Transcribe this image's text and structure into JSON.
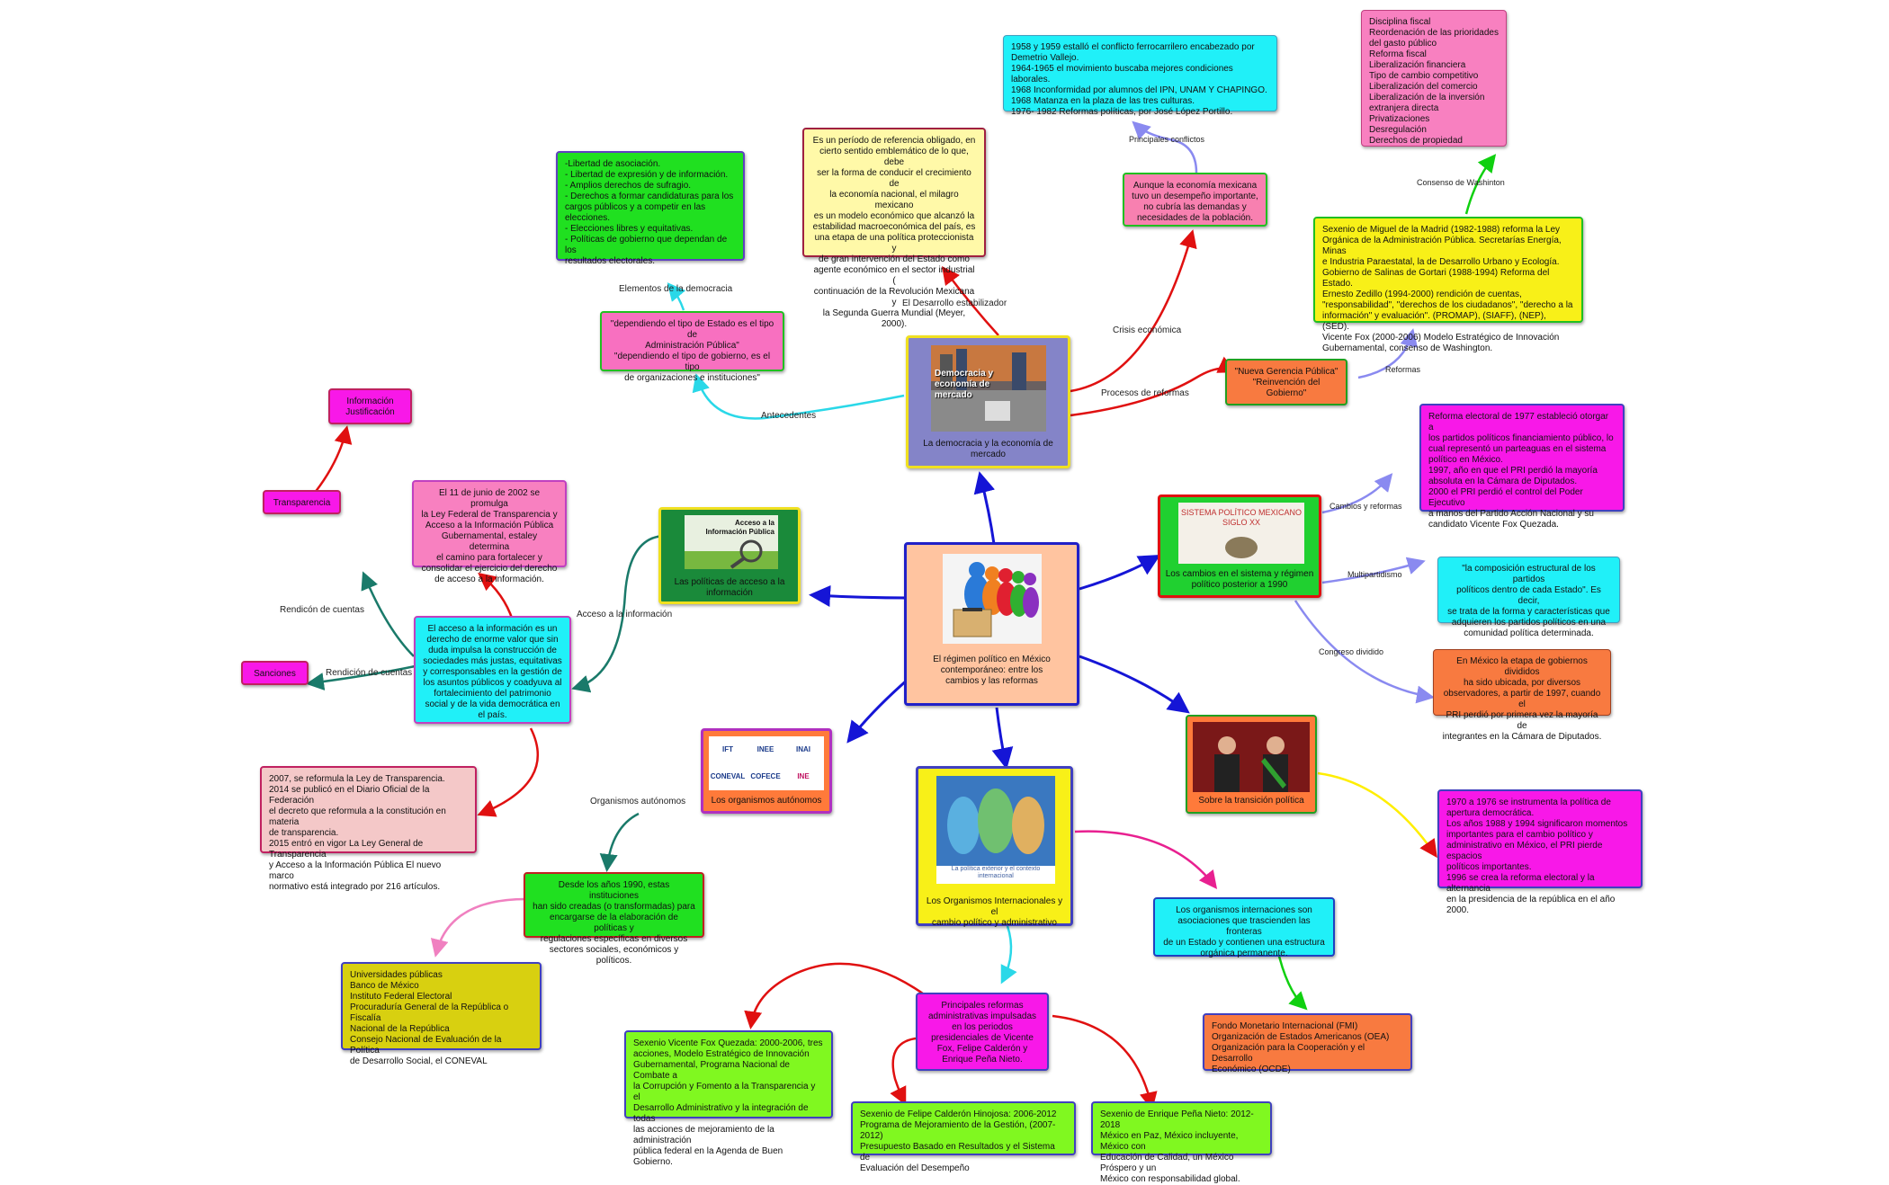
{
  "central": {
    "text": "El régimen político en México\ncontemporáneo: entre los\ncambios y las reformas"
  },
  "nodes": {
    "democracia": {
      "text": "La democracia y la economía de\nmercado",
      "image_text": "Democracia y\neconomía de\nmercado"
    },
    "acceso": {
      "text": "Las políticas de acceso a la\ninformación",
      "image_text": "Acceso a la\nInformación Pública"
    },
    "autonomos": {
      "text": "Los organismos autónomos",
      "logos": [
        "IFT",
        "INEE",
        "INAI",
        "CONEVAL",
        "COFECE",
        "INE"
      ]
    },
    "internacionales": {
      "text": "Los Organismos Internacionales y el\ncambio político y administrativo",
      "image_text": "La política exterior y el contexto\ninternacional"
    },
    "sistema": {
      "text": "Los cambios en el sistema y régimen\npolítico posterior a 1990",
      "image_text": "SISTEMA POLÍTICO MEXICANO\nSIGLO XX"
    },
    "transicion": {
      "text": "Sobre la transición política"
    },
    "dependiendo": {
      "text": "\"dependiendo el tipo de Estado es el tipo de\nAdministración Pública\"\n\"dependiendo el tipo de gobierno, es el tipo\nde organizaciones e instituciones\""
    },
    "libertad": {
      "text": "-Libertad de asociación.\n- Libertad de expresión y de información.\n- Amplios derechos de sufragio.\n- Derechos a formar candidaturas para los\ncargos públicos y a competir en las\nelecciones.\n- Elecciones libres y equitativas.\n- Políticas de gobierno que dependan de los\nresultados electorales."
    },
    "periodo": {
      "text": "Es un período de referencia obligado, en\ncierto sentido emblemático de lo que, debe\nser la forma de conducir el crecimiento de\nla economía nacional, el milagro mexicano\nes un modelo económico que alcanzó la\nestabilidad macroeconómica del país, es\nuna etapa de una política proteccionista y\nde gran intervención del Estado como\nagente económico en el sector industrial (\ncontinuación de la Revolución Mexicana y\nla Segunda Guerra Mundial (Meyer, 2000)."
    },
    "conflicto": {
      "text": "1958 y 1959 estalló el conflicto ferrocarrilero encabezado por\nDemetrio Vallejo.\n1964-1965 el movimiento buscaba mejores condiciones laborales.\n1968 Inconformidad por alumnos del IPN, UNAM Y CHAPINGO.\n1968 Matanza en la plaza de las tres culturas.\n1976- 1982 Reformas políticas, por José López Portillo."
    },
    "aunque": {
      "text": "Aunque la economía mexicana\ntuvo un desempeño importante,\nno cubría las demandas y\nnecesidades de la población."
    },
    "disciplina": {
      "text": "Disciplina fiscal\nReordenación de las prioridades\ndel gasto público\nReforma fiscal\nLiberalización financiera\nTipo de cambio competitivo\nLiberalización del comercio\nLiberalización de la inversión\nextranjera directa\nPrivatizaciones\nDesregulación\nDerechos de propiedad"
    },
    "sexenio_miguel": {
      "text": "Sexenio de Miguel de la Madrid (1982-1988) reforma la Ley\nOrgánica de la Administración Pública. Secretarías Energía, Minas\ne Industria Paraestatal, la de Desarrollo Urbano y Ecología.\nGobierno de Salinas de Gortari (1988-1994) Reforma del Estado.\nErnesto Zedillo (1994-2000) rendición de cuentas,\n\"responsabilidad\", \"derechos de los ciudadanos\", \"derecho a la\ninformación\" y evaluación\". (PROMAP), (SIAFF), (NEP), (SED).\nVicente Fox (2000-2006) Modelo Estratégico de Innovación\nGubernamental, consenso de Washington."
    },
    "nueva_gerencia": {
      "text": "\"Nueva Gerencia Pública\"\n\"Reinvención del Gobierno\""
    },
    "reforma_1977": {
      "text": "Reforma electoral de 1977 estableció otorgar a\nlos partidos políticos financiamiento público, lo\ncual representó un parteaguas en el sistema\npolítico en México.\n1997, año en que el PRI perdió la mayoría\nabsoluta en la Cámara de Diputados.\n2000 el PRI perdió el control del Poder Ejecutivo\na manos del Partido Acción Nacional y su\ncandidato Vicente Fox Quezada."
    },
    "composicion": {
      "text": "\"la composición estructural de los partidos\npolíticos dentro de cada Estado\". Es decir,\nse trata de la forma y características que\nadquieren los partidos políticos en una\ncomunidad política determinada."
    },
    "gobiernos_divididos": {
      "text": "En México la etapa de gobiernos divididos\nha sido ubicada, por diversos\nobservadores, a partir de 1997, cuando el\nPRI perdió por primera vez la mayoría de\nintegrantes en la Cámara de Diputados."
    },
    "1970": {
      "text": "1970 a 1976 se instrumenta la política de\napertura democrática.\nLos años 1988 y 1994 significaron momentos\nimportantes para el cambio político y\nadministrativo en México, el PRI pierde espacios\npolíticos importantes.\n1996 se crea la reforma electoral y la alternancia\nen la presidencia de la república en el año 2000."
    },
    "organismos_int": {
      "text": "Los organismos internaciones son\nasociaciones que trascienden las fronteras\nde un Estado y contienen una estructura\norgánica permanente."
    },
    "fmi": {
      "text": "Fondo Monetario Internacional (FMI)\nOrganización de Estados Americanos (OEA)\nOrganización para la Cooperación y el Desarrollo\nEconómico (OCDE)"
    },
    "principales_reformas": {
      "text": "Principales reformas\nadministrativas impulsadas\nen los periodos\npresidenciales de Vicente\nFox, Felipe Calderón y\nEnrique Peña Nieto."
    },
    "fox": {
      "text": "Sexenio Vicente Fox Quezada: 2000-2006, tres\nacciones, Modelo Estratégico de Innovación\nGubernamental, Programa Nacional de Combate a\nla Corrupción y Fomento a la Transparencia y el\nDesarrollo Administrativo y la integración de todas\nlas acciones de mejoramiento de la administración\npública federal en la Agenda de Buen Gobierno."
    },
    "calderon": {
      "text": "Sexenio de Felipe Calderón Hinojosa: 2006-2012\nPrograma de Mejoramiento de la Gestión, (2007-2012)\nPresupuesto Basado en Resultados y el Sistema de\nEvaluación del Desempeño"
    },
    "pena": {
      "text": "Sexenio de Enrique Peña Nieto: 2012- 2018\nMéxico en Paz, México incluyente, México con\nEducación de Calidad, un México Próspero y un\nMéxico con responsabilidad global."
    },
    "desde_1990": {
      "text": "Desde los años 1990, estas instituciones\nhan sido creadas (o transformadas) para\nencargarse de la elaboración de políticas y\nregulaciones específicas en diversos\nsectores sociales, económicos y políticos."
    },
    "universidades": {
      "text": "Universidades públicas\nBanco de México\nInstituto Federal Electoral\nProcuraduría General de la República o Fiscalía\nNacional de la República\nConsejo Nacional de Evaluación de la Política\nde Desarrollo Social, el CONEVAL"
    },
    "acceso_derecho": {
      "text": "El acceso a la información es un\nderecho de enorme valor que sin\nduda impulsa la construcción de\nsociedades más justas, equitativas\ny corresponsables en la gestión de\nlos asuntos públicos y coadyuva al\nfortalecimiento del patrimonio\nsocial y de la vida democrática en\nel país."
    },
    "ley_2002": {
      "text": "El 11 de junio de 2002 se promulga\nla Ley Federal de Transparencia y\nAcceso a la Información Pública\nGubernamental, estaley determina\nel camino para fortalecer y\nconsolidar el ejercicio del derecho\nde acceso a la información."
    },
    "ley_2007": {
      "text": "2007, se reformula la Ley de Transparencia.\n2014 se publicó en el Diario Oficial de la Federación\nel decreto que reformula a la constitución en materia\nde transparencia.\n2015 entró en vigor La Ley General de Transparencia\ny Acceso a la Información Pública El nuevo marco\nnormativo está integrado por 216 artículos."
    },
    "informacion": {
      "text": "Información\nJustificación"
    },
    "transparencia": {
      "text": "Transparencia"
    },
    "sanciones": {
      "text": "Sanciones"
    }
  },
  "labels": {
    "elementos": "Elementos de la democracia",
    "antecedentes": "Antecedentes",
    "desarrollo": "El Desarrollo estabilizador",
    "crisis": "Crisis económica",
    "principales_conflictos": "Principales conflictos",
    "consenso": "Consenso de Washinton",
    "reformas": "Reformas",
    "procesos": "Procesos de reformas",
    "cambios": "Cambios y reformas",
    "multipartidismo": "Multipartidismo",
    "congreso": "Congreso dividido",
    "acceso_info": "Acceso a la información",
    "rendicion1": "Rendicón de cuentas",
    "rendicion2": "Rendición de cuentas",
    "organismos_aut": "Organismos autónomos"
  }
}
